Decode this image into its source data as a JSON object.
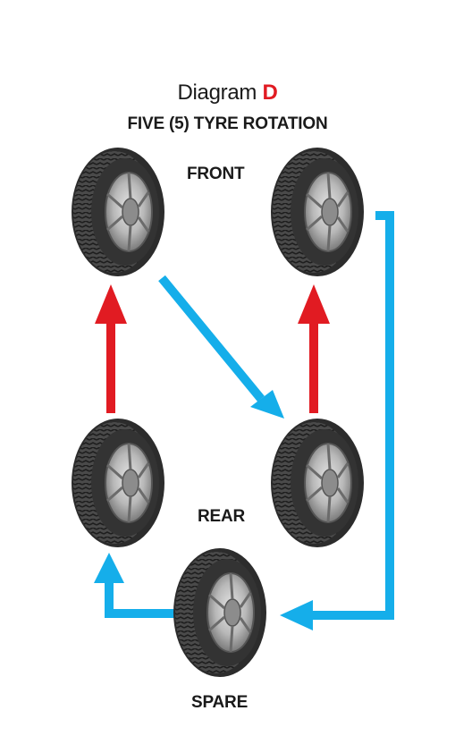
{
  "diagram": {
    "title_prefix": "Diagram",
    "title_letter": "D",
    "subtitle": "FIVE (5) TYRE ROTATION",
    "labels": {
      "front": "FRONT",
      "rear": "REAR",
      "spare": "SPARE"
    },
    "tyres": [
      {
        "id": "front-left"
      },
      {
        "id": "front-right"
      },
      {
        "id": "rear-left"
      },
      {
        "id": "rear-right"
      },
      {
        "id": "spare"
      }
    ],
    "colors": {
      "forward_arrow": "#e11b22",
      "cross_arrow": "#15aeea",
      "tread": "#3b3b3b",
      "rim": "#bfbfbf"
    }
  }
}
